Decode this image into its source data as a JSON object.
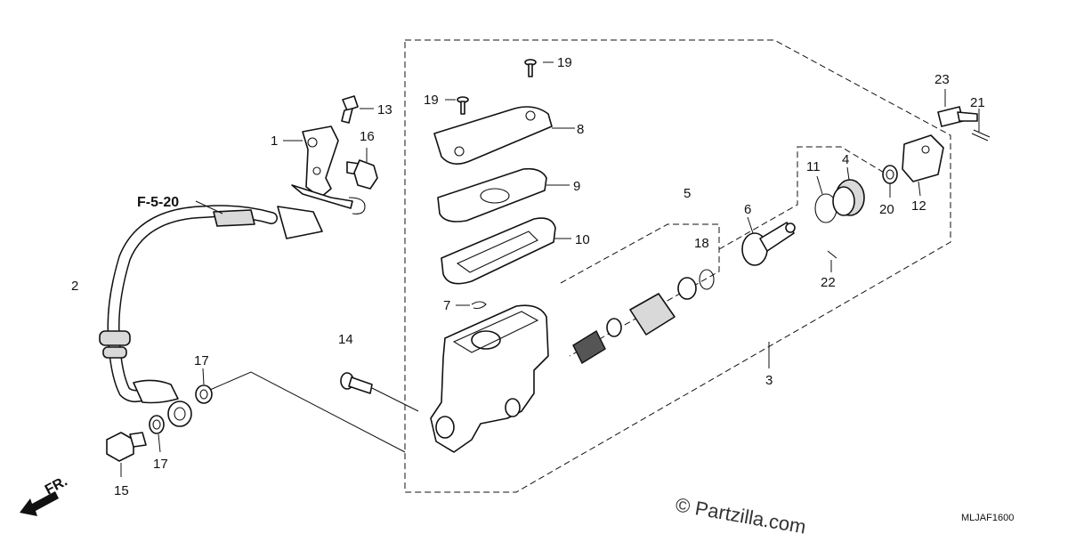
{
  "diagram": {
    "reference_code": "MLJAF1600",
    "watermark": "© Partzilla.com",
    "front_marker": "FR.",
    "ref_page": "F-5-20",
    "callouts": {
      "p1": "1",
      "p2": "2",
      "p3": "3",
      "p4": "4",
      "p5": "5",
      "p6": "6",
      "p7": "7",
      "p8": "8",
      "p9": "9",
      "p10": "10",
      "p11": "11",
      "p12": "12",
      "p13": "13",
      "p14": "14",
      "p15": "15",
      "p16": "16",
      "p17a": "17",
      "p17b": "17",
      "p18": "18",
      "p19a": "19",
      "p19b": "19",
      "p20": "20",
      "p21": "21",
      "p22": "22",
      "p23": "23"
    }
  }
}
